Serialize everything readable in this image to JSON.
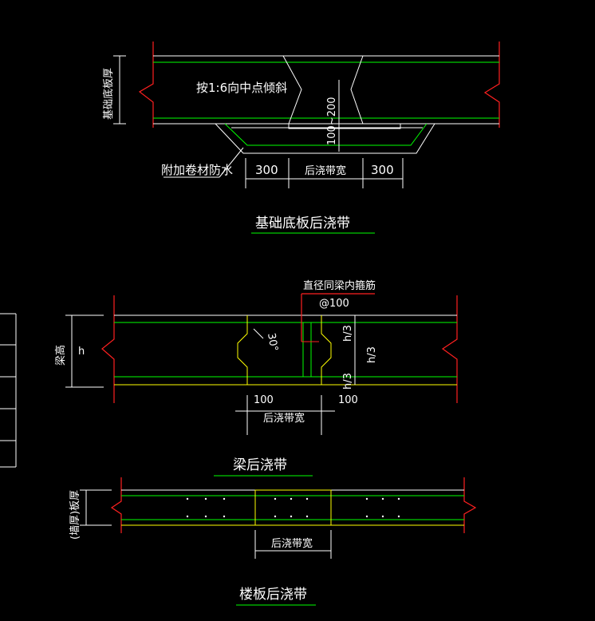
{
  "sections": {
    "foundation": {
      "title": "基础底板后浇带",
      "slope_note": "按1:6向中点倾斜",
      "thickness_label": "基础底板厚",
      "waterproof_note": "附加卷材防水",
      "depth_dim": "100~200",
      "dim_left": "300",
      "dim_mid": "后浇带宽",
      "dim_right": "300"
    },
    "beam": {
      "title": "梁后浇带",
      "stirrup_note": "直径同梁内箍筋",
      "stirrup_spacing": "@100",
      "height_label": "梁高",
      "h_label": "h",
      "third_top": "h/3",
      "third_mid": "h/3",
      "third_bottom": "h/3",
      "angle_label": "30°",
      "dim_left": "100",
      "dim_mid": "后浇带宽",
      "dim_right": "100"
    },
    "slab": {
      "title": "楼板后浇带",
      "thickness_label": "(墙厚)板厚",
      "dim_mid": "后浇带宽"
    }
  },
  "colors": {
    "background": "#000000",
    "outline": "#ffffff",
    "rebar": "#00ff00",
    "break_line": "#ff0000",
    "edge": "#ffff00"
  }
}
